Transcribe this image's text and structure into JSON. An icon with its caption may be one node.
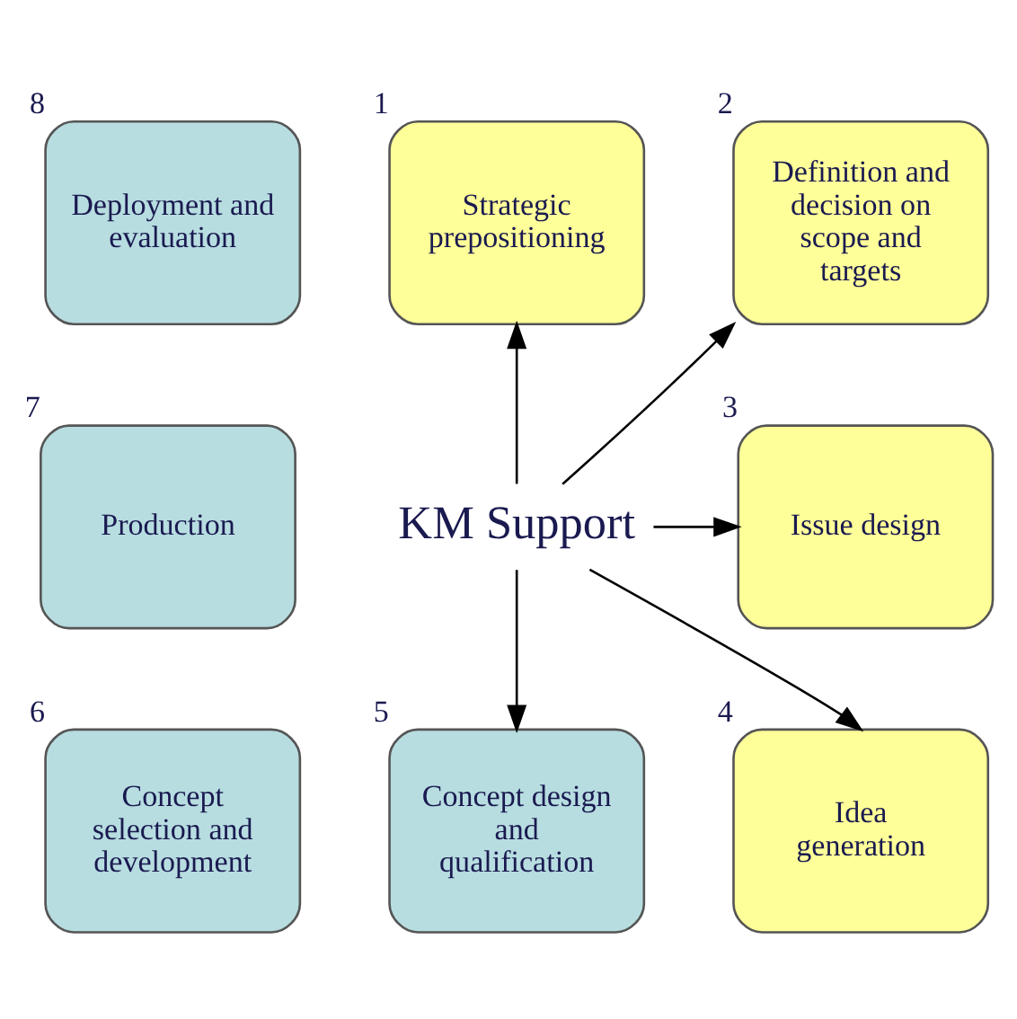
{
  "diagram": {
    "nodes": [
      {
        "text": [
          "Strategic prepositioning"
        ],
        "beside": [
          "1"
        ]
      },
      {
        "text": [
          "Definition and decision on scope and targets"
        ],
        "beside": [
          "2"
        ]
      },
      {
        "text": [
          "Issue design"
        ],
        "beside": [
          "3"
        ]
      },
      {
        "text": [
          "Idea generation"
        ],
        "beside": [
          "4"
        ]
      },
      {
        "text": [
          "Concept design and qualification"
        ],
        "beside": [
          "5"
        ]
      },
      {
        "text": [
          "Concept selection and development"
        ],
        "beside": [
          "6"
        ]
      },
      {
        "text": [
          "Production"
        ],
        "beside": [
          "7"
        ]
      },
      {
        "text": [
          "Deployment and evaluation"
        ],
        "beside": [
          "8"
        ]
      },
      {
        "text": [
          "KM Support"
        ]
      }
    ],
    "edges": [
      {
        "from": 8,
        "to": 0,
        "arrow": "to"
      },
      {
        "from": 8,
        "to": 1,
        "arrow": "to"
      },
      {
        "from": 8,
        "to": 2,
        "arrow": "to"
      },
      {
        "from": 8,
        "to": 3,
        "arrow": "to"
      },
      {
        "from": 8,
        "to": 4,
        "arrow": "to"
      }
    ]
  }
}
